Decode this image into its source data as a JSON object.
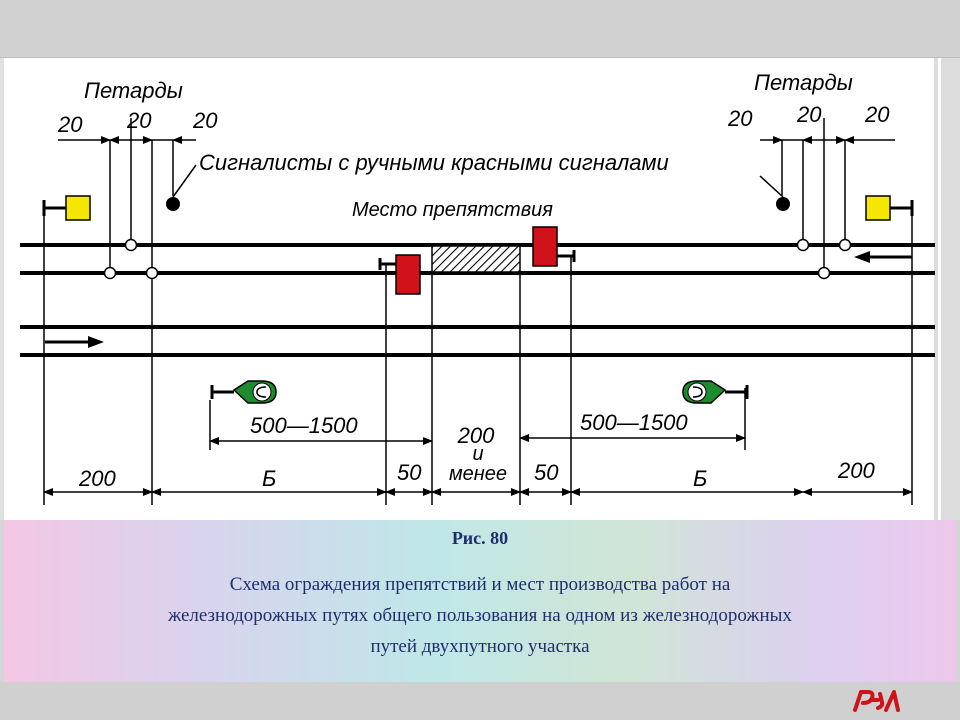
{
  "diagram": {
    "labels": {
      "petardy_left": "Петарды",
      "petardy_right": "Петарды",
      "signalmen": "Сигналисты с ручными красными сигналами",
      "obstruction": "Место препятствия",
      "d20_l1": "20",
      "d20_l2": "20",
      "d20_l3": "20",
      "d20_r1": "20",
      "d20_r2": "20",
      "d20_r3": "20",
      "range_left": "500—1500",
      "range_right": "500—1500",
      "mid_200": "200",
      "mid_i": "и",
      "mid_less": "менее",
      "dim_200_left": "200",
      "dim_b_left": "Б",
      "dim_50_left": "50",
      "dim_50_right": "50",
      "dim_b_right": "Б",
      "dim_200_right": "200"
    },
    "colors": {
      "stop_sign": "#d0121b",
      "caution_sign": "#f5e800",
      "slow_sign": "#1c8c2e",
      "line": "#000000"
    }
  },
  "caption": {
    "title": "Рис. 80",
    "line1": "Схема ограждения препятствий и мест производства работ на",
    "line2": "железнодорожных путях общего пользования на одном из железнодорожных",
    "line3": "путей двухпутного участка"
  },
  "footer": {
    "logo_icon": "rzd-logo-icon"
  }
}
